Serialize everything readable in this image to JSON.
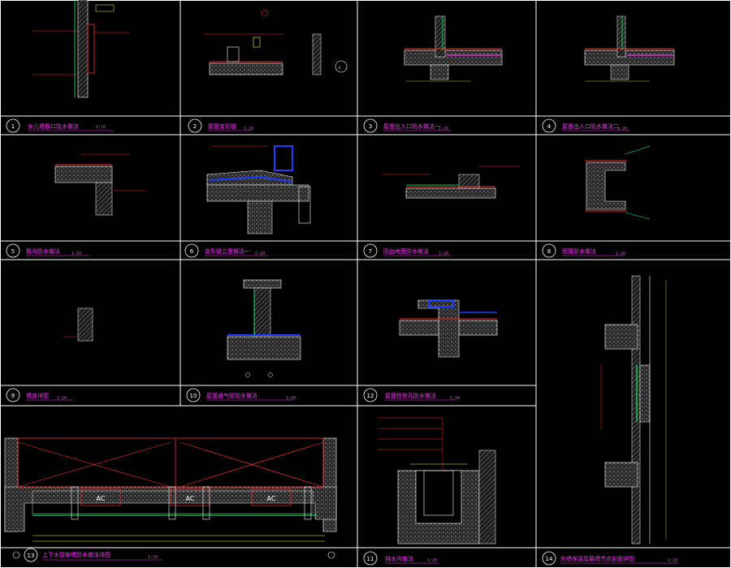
{
  "sheet": {
    "panels": [
      {
        "num": "1",
        "title": "女儿墙檐口防水做法",
        "scale": "1:10"
      },
      {
        "num": "2",
        "title": "屋面变形缝",
        "scale": "1:20"
      },
      {
        "num": "3",
        "title": "屋面出入口防水做法一",
        "scale": "1:20"
      },
      {
        "num": "4",
        "title": "屋面出入口防水做法二",
        "scale": "1:20"
      },
      {
        "num": "5",
        "title": "檐沟防水做法",
        "scale": "1:10"
      },
      {
        "num": "6",
        "title": "变形缝立面做法一",
        "scale": "1:10"
      },
      {
        "num": "7",
        "title": "阳台地面防水做法",
        "scale": "1:20"
      },
      {
        "num": "8",
        "title": "雨篷防水做法",
        "scale": "1:20"
      },
      {
        "num": "9",
        "title": "墙身详图",
        "scale": "1:20"
      },
      {
        "num": "10",
        "title": "屋面通气管防水做法",
        "scale": "1:20"
      },
      {
        "num": "12",
        "title": "屋面检修孔防水做法",
        "scale": "1:20"
      },
      {
        "num": "13",
        "title": "上下水管穿墙防水做法详图",
        "scale": "1:20"
      },
      {
        "num": "11",
        "title": "排水沟做法",
        "scale": "1:20"
      },
      {
        "num": "14",
        "title": "外墙保温及幕墙节点剖面详图",
        "scale": "1:20"
      }
    ],
    "ac_labels": [
      "AC",
      "AC",
      "AC"
    ],
    "colors": {
      "background": "#000000",
      "frame": "#ffffff",
      "title": "#ff33ff",
      "section_lines": "#ff2a2a",
      "waterproof": "#00ff66",
      "membrane": "#1f3dff",
      "hatch": "#9a9a9a",
      "dimension": "#ffff33"
    }
  }
}
